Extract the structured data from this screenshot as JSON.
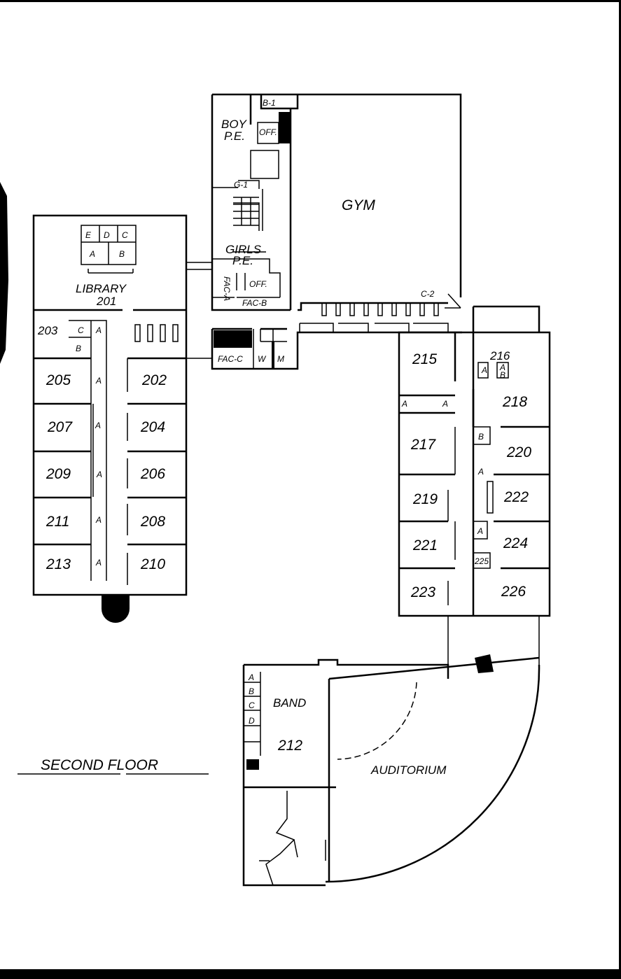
{
  "title": "SECOND FLOOR",
  "colors": {
    "ink": "#000000",
    "paper": "#ffffff"
  },
  "areas": {
    "gym": "GYM",
    "boy_pe": "BOY",
    "boy_pe2": "P.E.",
    "b1": "B-1",
    "off1": "OFF.",
    "g1": "G-1",
    "girls_pe": "GIRLS",
    "girls_pe2": "P.E.",
    "off2": "OFF.",
    "fac_a": "FAC-A",
    "fac_b": "FAC-B",
    "fac_c": "FAC-C",
    "w": "W",
    "m": "M",
    "c2": "C-2",
    "library": "LIBRARY",
    "library_no": "201",
    "band": "BAND",
    "band_no": "212",
    "auditorium": "AUDITORIUM",
    "A": "A",
    "B": "B",
    "C": "C",
    "D": "D",
    "E": "E"
  },
  "rooms": [
    "202",
    "203",
    "204",
    "205",
    "206",
    "207",
    "208",
    "209",
    "210",
    "211",
    "213",
    "215",
    "216",
    "217",
    "218",
    "219",
    "220",
    "221",
    "222",
    "223",
    "224",
    "225",
    "226"
  ]
}
